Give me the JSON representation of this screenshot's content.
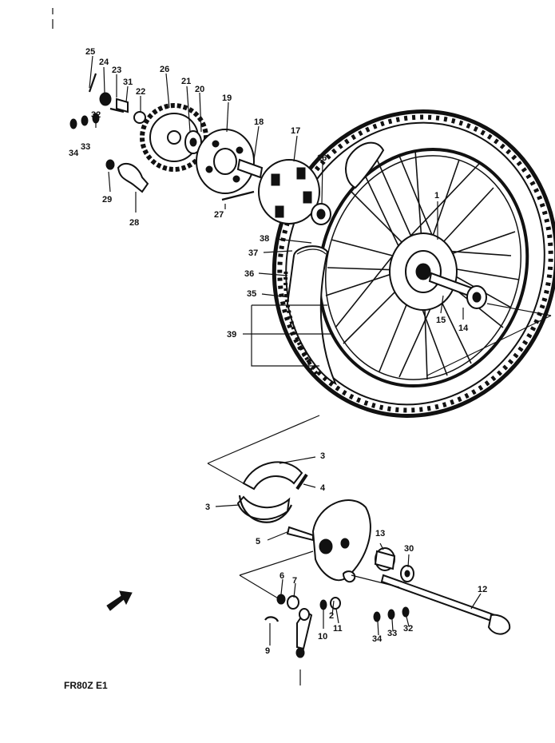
{
  "diagram": {
    "model_code": "FR80Z E1",
    "callouts": [
      "1",
      "2",
      "3",
      "3",
      "4",
      "5",
      "6",
      "7",
      "9",
      "10",
      "11",
      "12",
      "13",
      "14",
      "15",
      "16",
      "17",
      "18",
      "19",
      "20",
      "21",
      "22",
      "23",
      "24",
      "25",
      "26",
      "27",
      "28",
      "29",
      "30",
      "31",
      "32",
      "32",
      "33",
      "33",
      "34",
      "34",
      "35",
      "36",
      "37",
      "38",
      "39"
    ]
  }
}
